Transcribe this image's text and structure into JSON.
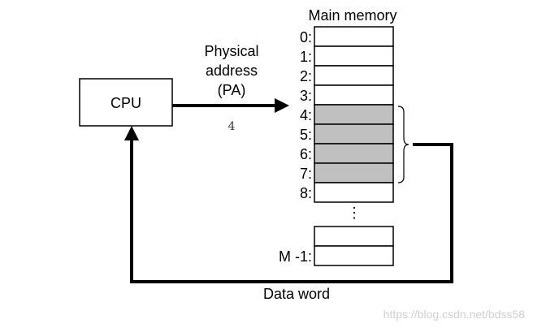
{
  "diagram": {
    "cpu": {
      "label": "CPU"
    },
    "address_bus": {
      "label_lines": [
        "Physical",
        "address",
        "(PA)"
      ],
      "value": "4"
    },
    "memory": {
      "title": "Main memory",
      "rows": [
        {
          "label": "0:",
          "highlighted": false
        },
        {
          "label": "1:",
          "highlighted": false
        },
        {
          "label": "2:",
          "highlighted": false
        },
        {
          "label": "3:",
          "highlighted": false
        },
        {
          "label": "4:",
          "highlighted": true
        },
        {
          "label": "5:",
          "highlighted": true
        },
        {
          "label": "6:",
          "highlighted": true
        },
        {
          "label": "7:",
          "highlighted": true
        },
        {
          "label": "8:",
          "highlighted": false
        }
      ],
      "ellipsis": "⋮",
      "tail_rows": [
        {
          "label": ""
        },
        {
          "label": "M -1:"
        }
      ],
      "highlight_color": "#c0c0c0"
    },
    "data_bus": {
      "label": "Data word"
    },
    "watermark": "https://blog.csdn.net/bdss58"
  }
}
